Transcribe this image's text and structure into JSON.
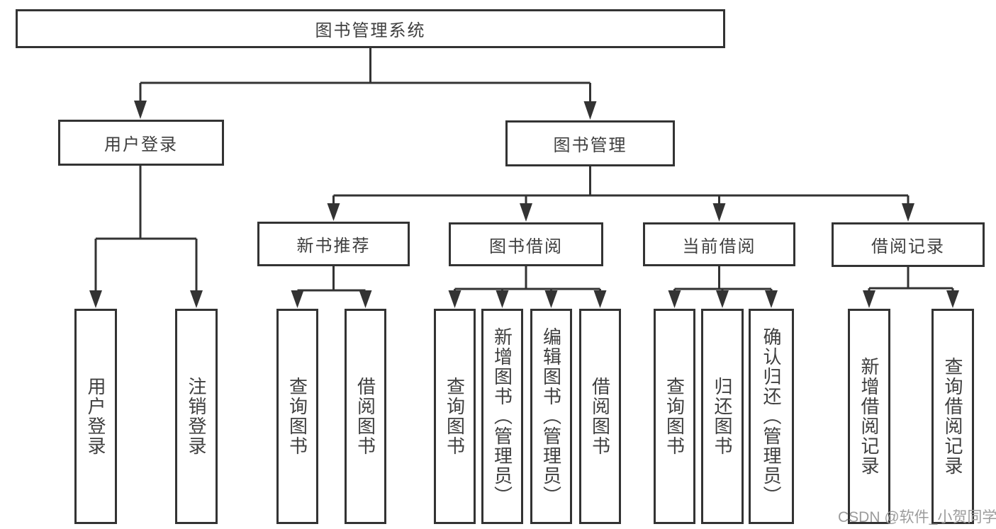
{
  "colors": {
    "background": "#ffffff",
    "line": "#333333",
    "text": "#3f3f3f",
    "watermark": "#9c9c9c"
  },
  "watermark": {
    "text": "CSDN @软件_小贺同学"
  },
  "tree": {
    "root": "图书管理系统",
    "login": {
      "label": "用户登录",
      "leaves": [
        "用户登录",
        "注销登录"
      ]
    },
    "management": {
      "label": "图书管理",
      "sections": [
        {
          "label": "新书推荐",
          "leaves": [
            "查询图书",
            "借阅图书"
          ]
        },
        {
          "label": "图书借阅",
          "leaves": [
            "查询图书",
            "新增图书（管理员）",
            "编辑图书（管理员）",
            "借阅图书"
          ]
        },
        {
          "label": "当前借阅",
          "leaves": [
            "查询图书",
            "归还图书",
            "确认归还（管理员）"
          ]
        },
        {
          "label": "借阅记录",
          "leaves": [
            "新增借阅记录",
            "查询借阅记录"
          ]
        }
      ]
    }
  }
}
